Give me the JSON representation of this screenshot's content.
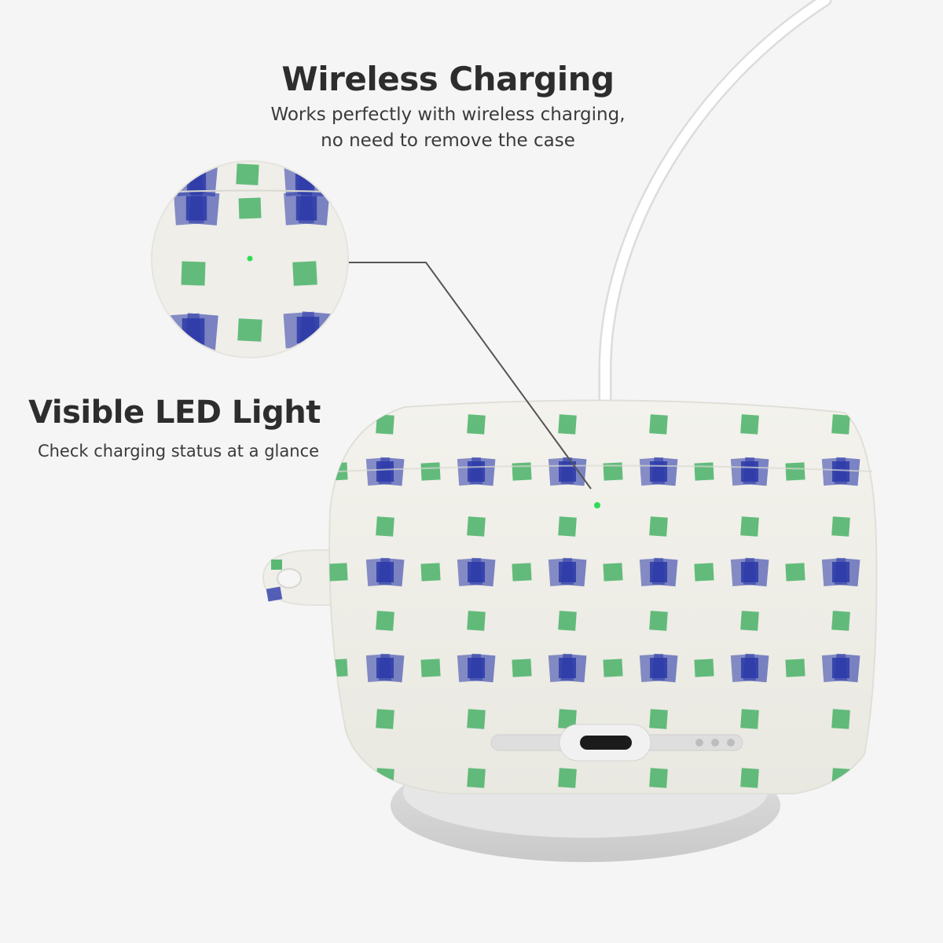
{
  "features": {
    "wireless": {
      "title": "Wireless Charging",
      "description_line1": "Works perfectly with wireless charging,",
      "description_line2": "no need to remove the case"
    },
    "led": {
      "title": "Visible LED Light",
      "description": "Check charging status at a glance"
    }
  },
  "icons": {
    "case": "earbuds-case-illustration",
    "pad": "wireless-charging-pad",
    "zoom": "led-zoom-callout"
  },
  "colors": {
    "background": "#f5f5f5",
    "case_body": "#efeee8",
    "pattern_green": "#3fae5f",
    "pattern_blue": "#2c3aa8",
    "led": "#2edc55",
    "cable": "#ffffff",
    "pad": "#d9d9d9"
  }
}
